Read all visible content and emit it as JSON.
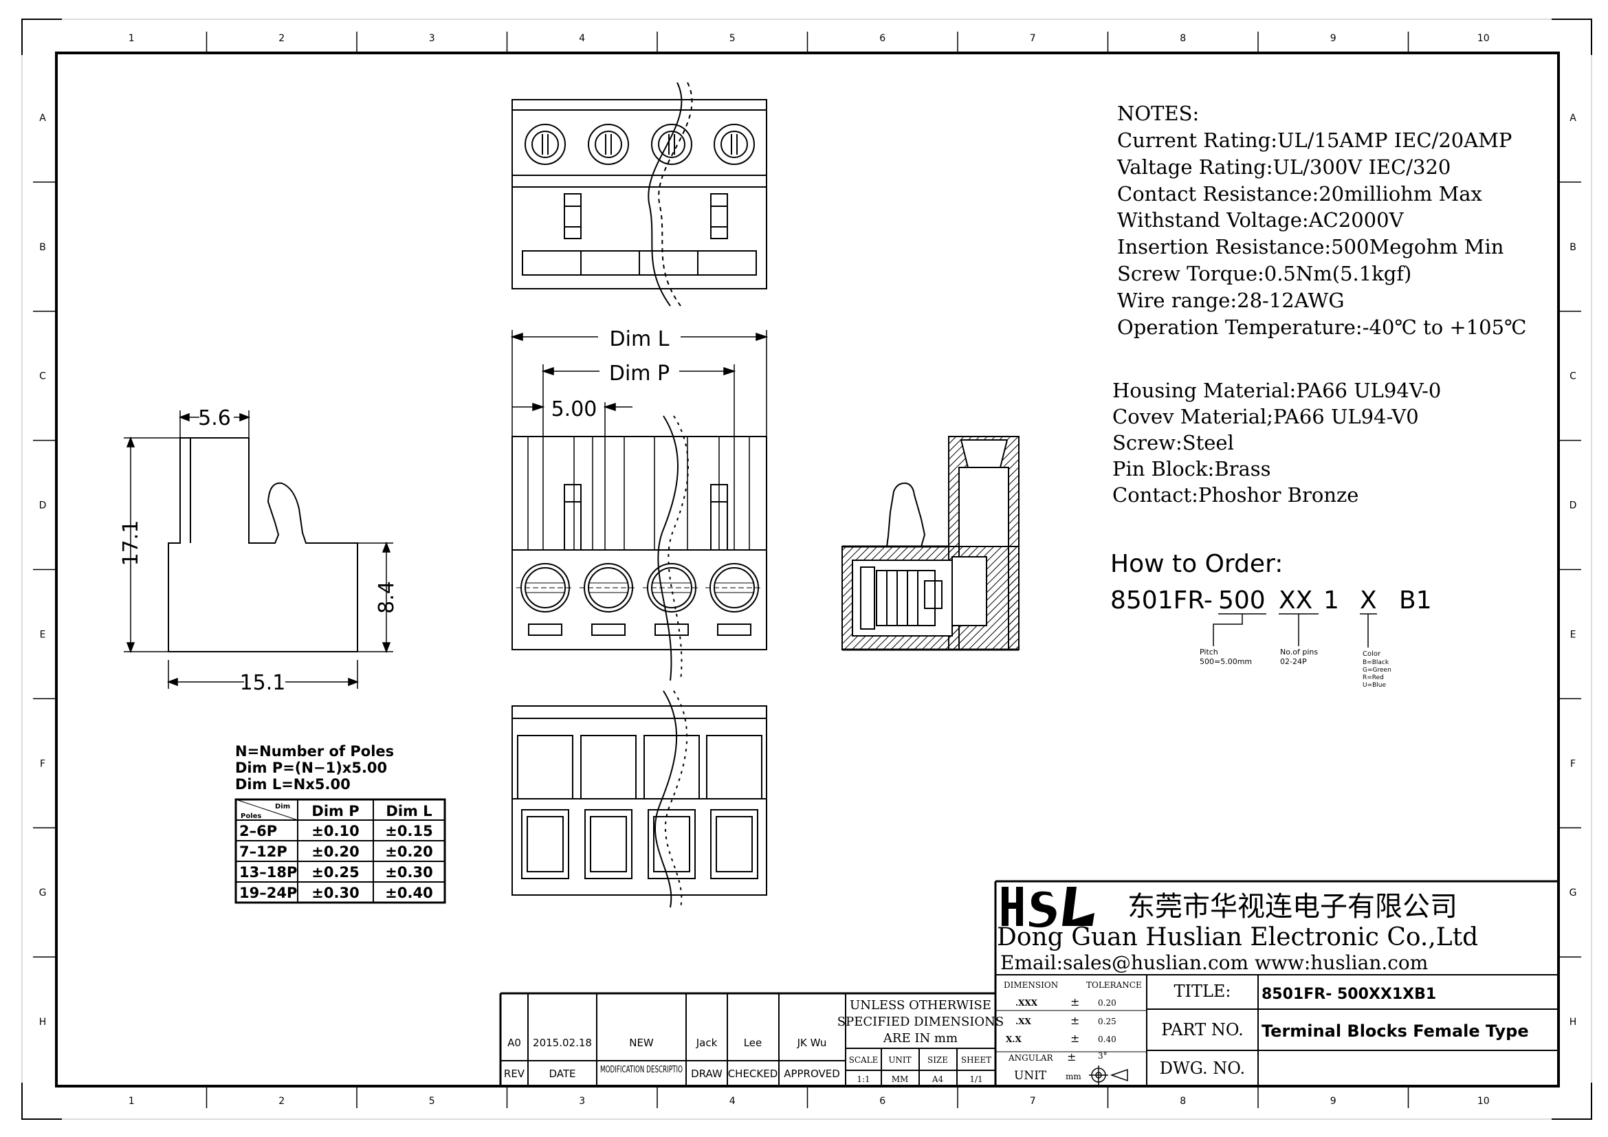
{
  "border": {
    "top_columns": [
      "1",
      "2",
      "3",
      "4",
      "5",
      "6",
      "7",
      "8",
      "9",
      "10"
    ],
    "bottom_columns": [
      "1",
      "2",
      "5",
      "3",
      "4",
      "6",
      "7",
      "8",
      "9",
      "10"
    ],
    "rows": [
      "A",
      "B",
      "C",
      "D",
      "E",
      "F",
      "G",
      "H"
    ]
  },
  "notes": {
    "heading": "NOTES:",
    "lines": [
      "Current Rating:UL/15AMP  IEC/20AMP",
      "Valtage Rating:UL/300V   IEC/320",
      "Contact Resistance:20milliohm Max",
      "Withstand Voltage:AC2000V",
      "Insertion Resistance:500Megohm Min",
      "Screw Torque:0.5Nm(5.1kgf)",
      "Wire range:28-12AWG",
      "Operation Temperature:-40℃ to +105℃"
    ]
  },
  "materials": {
    "lines": [
      "Housing Material:PA66 UL94V-0",
      "Covev Material;PA66 UL94-V0",
      "Screw:Steel",
      "Pin Block:Brass",
      "Contact:Phoshor Bronze"
    ]
  },
  "order": {
    "heading": "How to Order:",
    "code_parts": [
      "8501FR-",
      "500",
      "XX",
      "1",
      "X",
      "B1"
    ],
    "pitch_label": "Pitch",
    "pitch_value": "500=5.00mm",
    "pins_label": "No.of pins",
    "pins_value": "02-24P",
    "color_label": "Color",
    "color_values": [
      "B=Black",
      "G=Green",
      "R=Red",
      "U=Blue"
    ]
  },
  "dimensions": {
    "dim_l": "Dim  L",
    "dim_p": "Dim  P",
    "pitch": "5.00",
    "side_width_top": "5.6",
    "side_height": "17.1",
    "side_block_height": "8.4",
    "side_width_bottom": "15.1"
  },
  "formula": {
    "lines": [
      "N=Number of Poles",
      "Dim P=(N−1)x5.00",
      "Dim L=Nx5.00"
    ]
  },
  "tolerance_table": {
    "corner_top": "Dim",
    "corner_bottom": "Poles",
    "headers": [
      "Dim P",
      "Dim L"
    ],
    "rows": [
      [
        "2–6P",
        "±0.10",
        "±0.15"
      ],
      [
        "7–12P",
        "±0.20",
        "±0.20"
      ],
      [
        "13–18P",
        "±0.25",
        "±0.30"
      ],
      [
        "19–24P",
        "±0.30",
        "±0.40"
      ]
    ]
  },
  "company": {
    "logo": "Hsl",
    "name_cn": "东莞市华视连电子有限公司",
    "name_en": "Dong Guan Huslian Electronic Co.,Ltd",
    "contact": "Email:sales@huslian.com www:huslian.com"
  },
  "title_block": {
    "title_label": "TITLE:",
    "title_value": "8501FR- 500XX1XB1",
    "part_label": "PART NO.",
    "part_value": "Terminal Blocks Female Type",
    "dwg_label": "DWG. NO.",
    "dwg_value": ""
  },
  "tolerances": {
    "dimension_label": "DIMENSION",
    "tolerance_label": "TOLERANCE",
    "rows": [
      [
        ".XXX",
        "±",
        "0.20"
      ],
      [
        ".XX",
        "±",
        "0.25"
      ],
      [
        "X.X",
        "±",
        "0.40"
      ],
      [
        "ANGULAR",
        "±",
        "3°"
      ]
    ],
    "unit_label": "UNIT",
    "unit_value": "mm"
  },
  "unless": {
    "lines": [
      "UNLESS OTHERWISE",
      "SPECIFIED DIMENSIONS",
      "ARE IN mm"
    ],
    "headers": [
      "SCALE",
      "UNIT",
      "SIZE",
      "SHEET"
    ],
    "values": [
      "1:1",
      "MM",
      "A4",
      "1/1"
    ]
  },
  "revision": {
    "values": [
      "A0",
      "2015.02.18",
      "NEW",
      "Jack",
      "Lee",
      "JK Wu"
    ],
    "headers": [
      "REV",
      "DATE",
      "MODIFICATION DESCRIPTIO",
      "DRAW",
      "CHECKED",
      "APPROVED"
    ]
  }
}
